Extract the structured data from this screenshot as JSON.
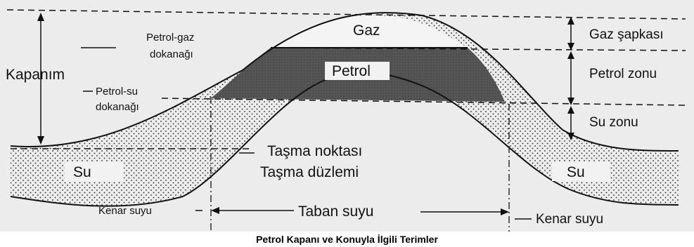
{
  "diagram": {
    "labels": {
      "gas": "Gaz",
      "oil": "Petrol",
      "water_left": "Su",
      "water_right": "Su",
      "trap": "Kapanım",
      "gas_oil_contact_1": "Petrol-gaz",
      "gas_oil_contact_2": "dokanağı",
      "oil_water_contact_1": "Petrol-su",
      "oil_water_contact_2": "dokanağı",
      "gas_cap": "Gaz şapkası",
      "oil_zone": "Petrol zonu",
      "water_zone": "Su zonu",
      "spill_point": "Taşma noktası",
      "spill_plane": "Taşma düzlemi",
      "edge_water_left": "Kenar suyu",
      "bottom_water": "Taban suyu",
      "edge_water_right": "Kenar suyu"
    },
    "colors": {
      "background": "#ececec",
      "oil_fill": "#555555",
      "line": "#111111",
      "dots": "#222222"
    }
  },
  "caption": "Petrol Kapanı ve Konuyla İlgili Terimler"
}
